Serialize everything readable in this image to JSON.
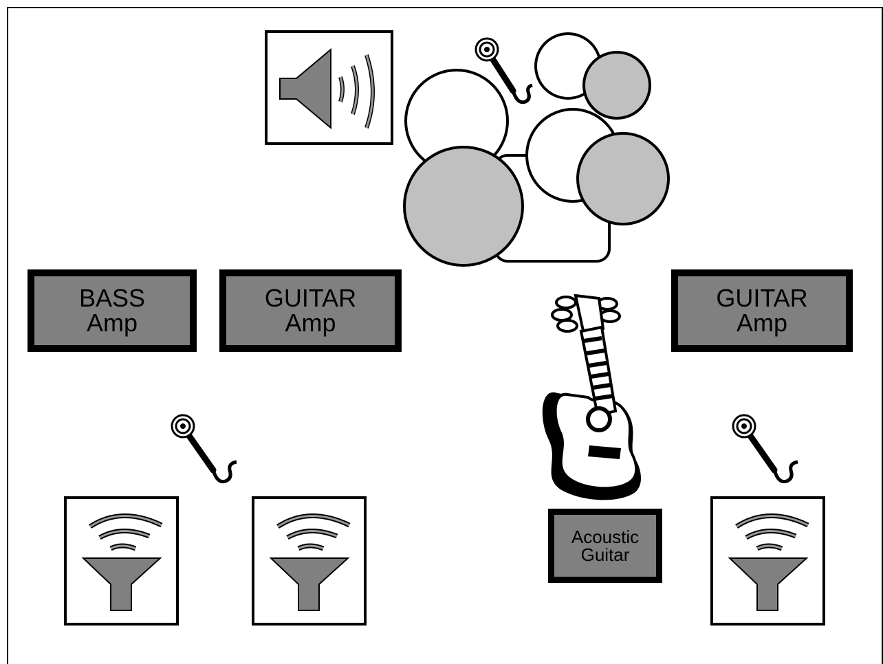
{
  "diagram": {
    "colors": {
      "amp_fill": "#808080",
      "drum_shaded": "#c0c0c0",
      "outline": "#000000",
      "background": "#ffffff"
    },
    "amps": [
      {
        "line1": "BASS",
        "line2": "Amp"
      },
      {
        "line1": "GUITAR",
        "line2": "Amp"
      },
      {
        "line1": "GUITAR",
        "line2": "Amp"
      }
    ],
    "acoustic": {
      "line1": "Acoustic",
      "line2": "Guitar"
    },
    "icons": {
      "speaker": "speaker-icon",
      "microphone": "microphone-icon",
      "monitor": "monitor-wedge-icon",
      "guitar": "acoustic-guitar-icon",
      "drums": "drum-kit-icon"
    }
  }
}
